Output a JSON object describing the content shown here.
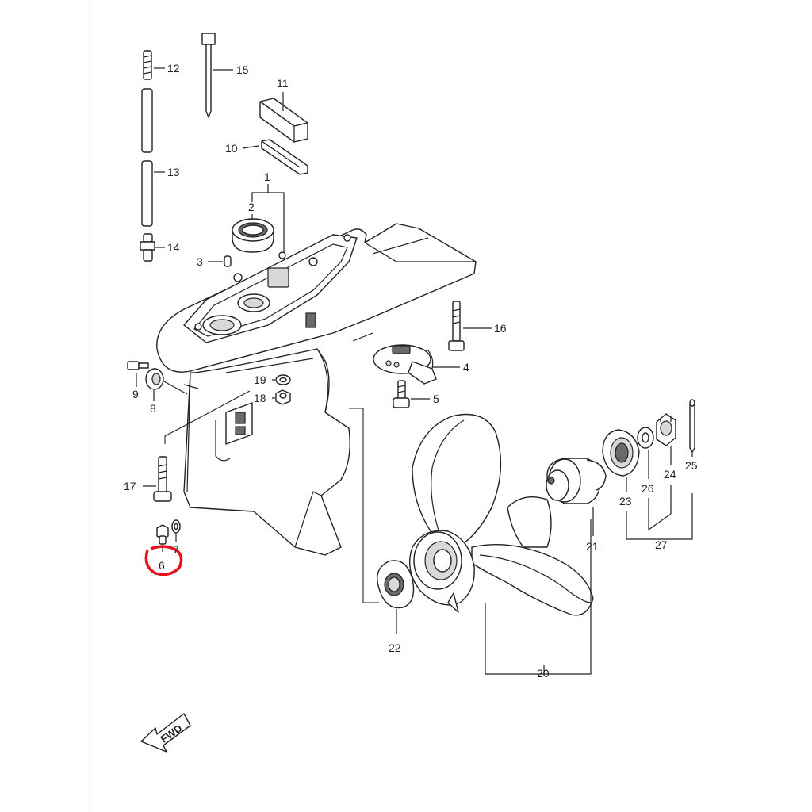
{
  "callouts": {
    "c1": "1",
    "c2": "2",
    "c3": "3",
    "c4": "4",
    "c5": "5",
    "c6": "6",
    "c7": "7",
    "c8": "8",
    "c9": "9",
    "c10": "10",
    "c11": "11",
    "c12": "12",
    "c13": "13",
    "c14": "14",
    "c15": "15",
    "c16": "16",
    "c17": "17",
    "c18": "18",
    "c19": "19",
    "c20": "20",
    "c21": "21",
    "c22": "22",
    "c23": "23",
    "c24": "24",
    "c25": "25",
    "c26": "26",
    "c27": "27"
  },
  "direction_arrow": {
    "label": "FWD"
  },
  "highlighted_part": "6",
  "colors": {
    "highlight": "#e8121b",
    "line": "#222222"
  }
}
